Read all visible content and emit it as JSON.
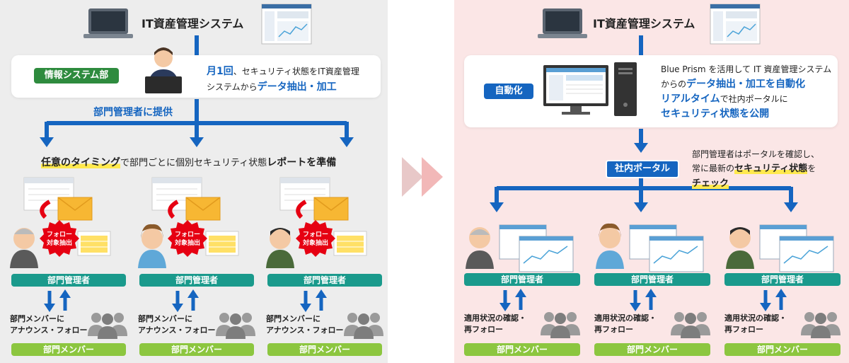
{
  "left": {
    "system_title": "IT資産管理システム",
    "dept_label": "情報システム部",
    "monthly_prefix": "月1回",
    "monthly_mid": "、セキュリティ状態をIT資産管理",
    "monthly_line2_prefix": "システムから",
    "monthly_line2_highlight": "データ抽出・加工",
    "provide_label": "部門管理者に提供",
    "report_bold1": "任意のタイミング",
    "report_mid1": "で部門ごとに個別セキュリティ状態",
    "report_bold2": "レポートを準備",
    "badge_text_line1": "フォロー",
    "badge_text_line2": "対象抽出",
    "columns": [
      {
        "manager": "部門管理者",
        "action_line1": "部門メンバーに",
        "action_line2": "アナウンス・フォロー",
        "members": "部門メンバー"
      },
      {
        "manager": "部門管理者",
        "action_line1": "部門メンバーに",
        "action_line2": "アナウンス・フォロー",
        "members": "部門メンバー"
      },
      {
        "manager": "部門管理者",
        "action_line1": "部門メンバーに",
        "action_line2": "アナウンス・フォロー",
        "members": "部門メンバー"
      }
    ]
  },
  "right": {
    "system_title": "IT資産管理システム",
    "auto_label": "自動化",
    "desc_line1": "Blue Prism を活用して IT 資産管理システム",
    "desc_line2_prefix": "からの",
    "desc_line2_highlight": "データ抽出・加工を自動化",
    "desc_line3_highlight": "リアルタイム",
    "desc_line3_suffix": "で社内ポータルに",
    "desc_line4_highlight": "セキュリティ状態を公開",
    "portal_label": "社内ポータル",
    "note_line1": "部門管理者はポータルを確認し、",
    "note_line2_prefix": "常に最新の",
    "note_line2_highlight": "セキュリティ状態",
    "note_line2_suffix": "を",
    "note_line3_highlight": "チェック",
    "columns": [
      {
        "manager": "部門管理者",
        "action_line1": "適用状況の確認・",
        "action_line2": "再フォロー",
        "members": "部門メンバー"
      },
      {
        "manager": "部門管理者",
        "action_line1": "適用状況の確認・",
        "action_line2": "再フォロー",
        "members": "部門メンバー"
      },
      {
        "manager": "部門管理者",
        "action_line1": "適用状況の確認・",
        "action_line2": "再フォロー",
        "members": "部門メンバー"
      }
    ]
  },
  "colors": {
    "left_bg": "#ededed",
    "right_bg": "#fbe6e6",
    "arrow_blue": "#1565c0",
    "green_label": "#2e8b3e",
    "blue_label": "#1565c0",
    "teal": "#1a9a8c",
    "lime": "#8cc63f",
    "red_badge": "#e60012",
    "highlight": "#ffe94d"
  }
}
